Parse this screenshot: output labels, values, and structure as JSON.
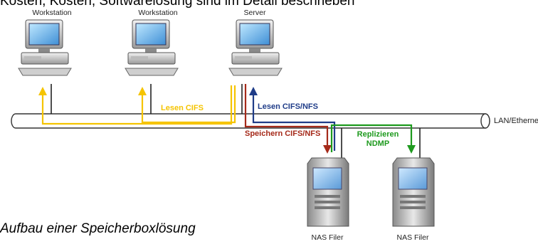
{
  "header_text": "Kosten, Kosten, Softwarelösung sind im Detail beschrieben",
  "nodes": {
    "workstation_1": "Workstation",
    "workstation_2": "Workstation",
    "server": "Server",
    "nas_1": "NAS Filer",
    "nas_2": "NAS Filer"
  },
  "network_label": "LAN/Ethernet",
  "flows": {
    "read_cifs": "Lesen CIFS",
    "read_cifs_nfs": "Lesen CIFS/NFS",
    "store_cifs_nfs": "Speichern CIFS/NFS",
    "replicate_line1": "Replizieren",
    "replicate_line2": "NDMP"
  },
  "caption": "Aufbau einer Speicherboxlösung",
  "colors": {
    "read_cifs": "#f5c400",
    "read_cifs_nfs": "#1f3c88",
    "store_cifs_nfs": "#a52a1a",
    "replicate": "#1e9a1e",
    "bus": "#333333"
  }
}
